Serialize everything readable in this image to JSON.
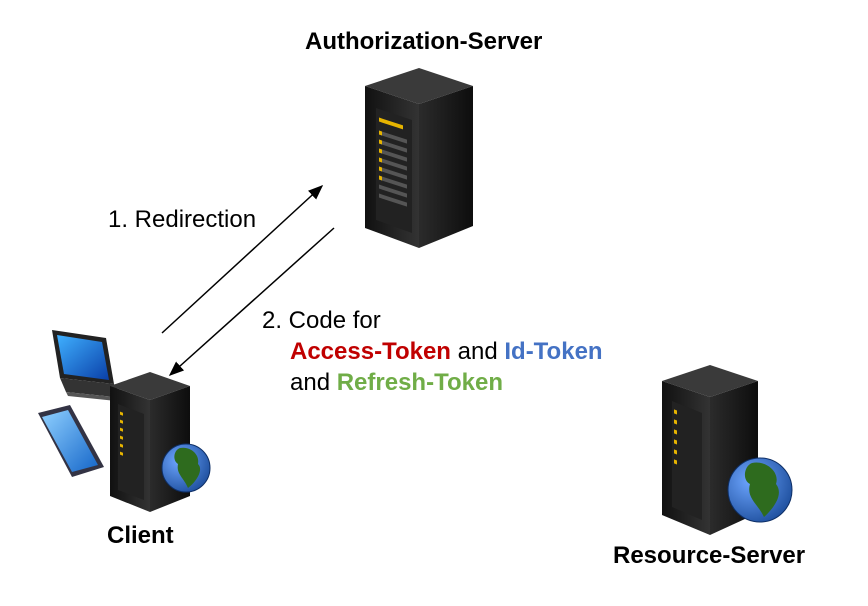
{
  "nodes": {
    "authorization_server": {
      "label": "Authorization-Server",
      "icon": "server-icon"
    },
    "client": {
      "label": "Client",
      "icons": [
        "laptop-icon",
        "smartphone-icon",
        "server-icon",
        "globe-icon"
      ]
    },
    "resource_server": {
      "label": "Resource-Server",
      "icons": [
        "server-icon",
        "globe-icon"
      ]
    }
  },
  "edges": [
    {
      "from": "client",
      "to": "authorization_server",
      "label": "1. Redirection"
    },
    {
      "from": "authorization_server",
      "to": "client",
      "label_line1": "2. Code for",
      "access_token": "Access-Token",
      "and1": "and",
      "id_token": "Id-Token",
      "and2": "and",
      "refresh_token": "Refresh-Token"
    }
  ],
  "colors": {
    "access_token": "#c00000",
    "id_token": "#4472c4",
    "refresh_token": "#70ad47",
    "server_body": "#1a1a1a",
    "server_led": "#e6b400",
    "globe_ocean": "#2f6fc4",
    "globe_land": "#2e6b1e"
  }
}
